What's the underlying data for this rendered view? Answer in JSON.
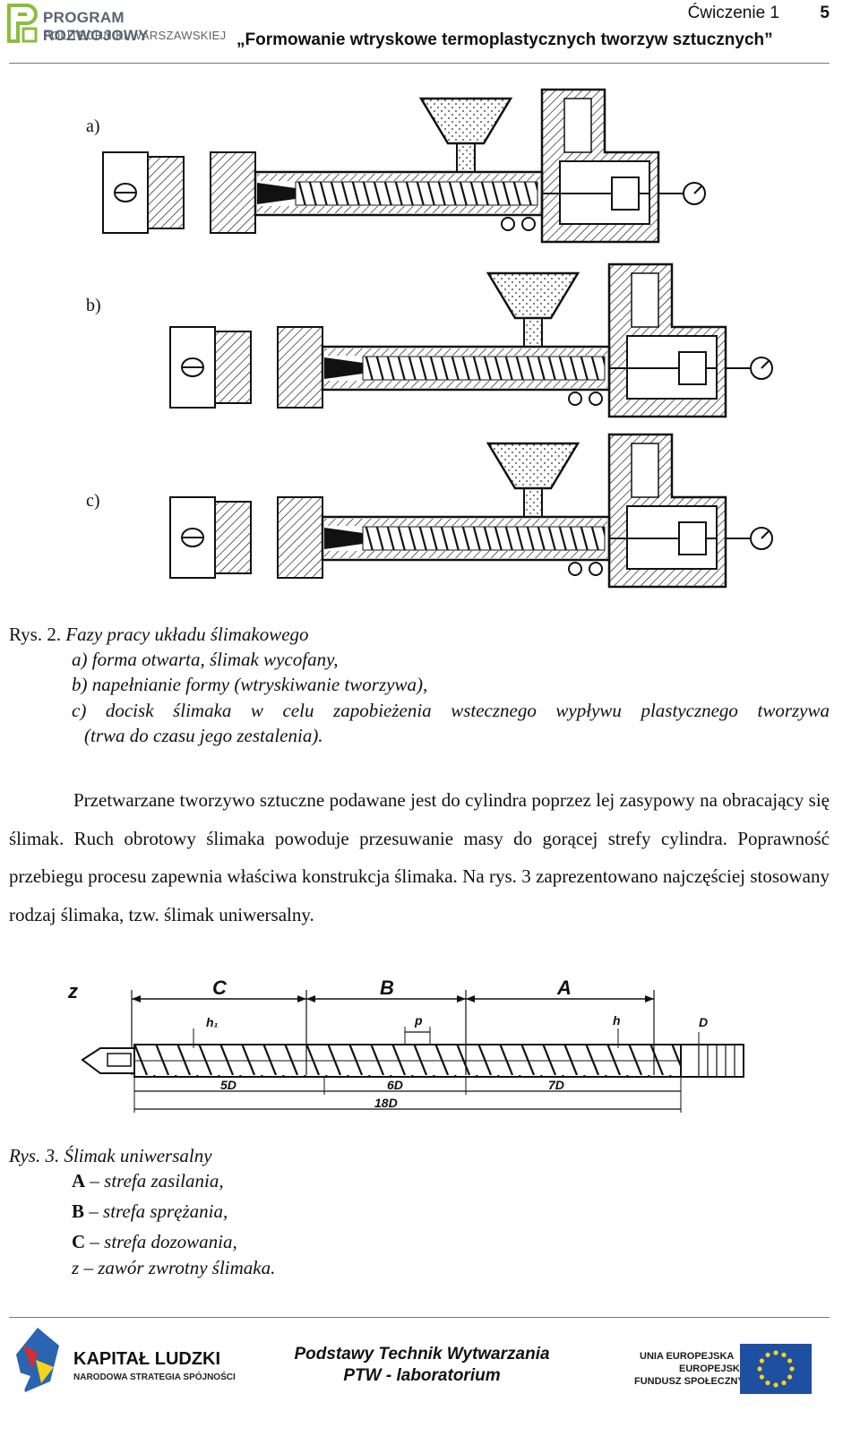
{
  "header": {
    "logo_line1": "PROGRAM ROZWOJOWY",
    "logo_line2": "POLITECHNIKI WARSZAWSKIEJ",
    "exercise": "Ćwiczenie 1",
    "page_number": "5",
    "subtitle": "„Formowanie wtryskowe termoplastycznych tworzyw sztucznych”"
  },
  "figure2": {
    "panels": [
      {
        "label": "a)"
      },
      {
        "label": "b)"
      },
      {
        "label": "c)"
      }
    ],
    "caption": {
      "prefix": "Rys. 2.",
      "title": "Fazy pracy układu ślimakowego",
      "items": [
        "a) forma otwarta, ślimak wycofany,",
        "b) napełnianie formy (wtryskiwanie tworzywa),",
        "c) docisk ślimaka w celu zapobieżenia wstecznego wypływu plastycznego tworzywa",
        "(trwa do czasu jego zestalenia)."
      ]
    }
  },
  "paragraph": "Przetwarzane tworzywo sztuczne podawane jest do cylindra poprzez lej zasypowy na obracający się ślimak. Ruch obrotowy ślimaka powoduje przesuwanie masy do gorącej strefy cylindra. Poprawność przebiegu procesu zapewnia właściwa konstrukcja ślimaka. Na rys. 3 zaprezentowano najczęściej stosowany rodzaj ślimaka, tzw. ślimak uniwersalny.",
  "figure3": {
    "labels": {
      "z": "z",
      "C": "C",
      "B": "B",
      "A": "A",
      "h1": "h₁",
      "p": "p",
      "h": "h",
      "D": "D",
      "d5": "5D",
      "d6": "6D",
      "d7": "7D",
      "d18": "18D"
    },
    "caption": {
      "prefix": "Rys. 3.",
      "title": "Ślimak uniwersalny",
      "legend": [
        {
          "key": "A",
          "text": " – strefa zasilania,"
        },
        {
          "key": "B",
          "text": " – strefa sprężania,"
        },
        {
          "key": "C",
          "text": " – strefa dozowania,"
        },
        {
          "key": "z",
          "text": " – zawór zwrotny ślimaka."
        }
      ]
    }
  },
  "footer": {
    "left_logo_line1": "KAPITAŁ LUDZKI",
    "left_logo_line2": "NARODOWA STRATEGIA SPÓJNOŚCI",
    "title_line1": "Podstawy Technik Wytwarzania",
    "title_line2": "PTW - laboratorium",
    "right_logo_line1": "UNIA EUROPEJSKA",
    "right_logo_line2": "EUROPEJSKI",
    "right_logo_line3": "FUNDUSZ SPOŁECZNY"
  },
  "colors": {
    "logo_green": "#8bbd3c",
    "logo_gray": "#5a6470",
    "eu_blue": "#1f4fa0",
    "eu_yellow": "#f7d417",
    "kl_red": "#d92d2d",
    "kl_blue": "#2b64b0"
  }
}
